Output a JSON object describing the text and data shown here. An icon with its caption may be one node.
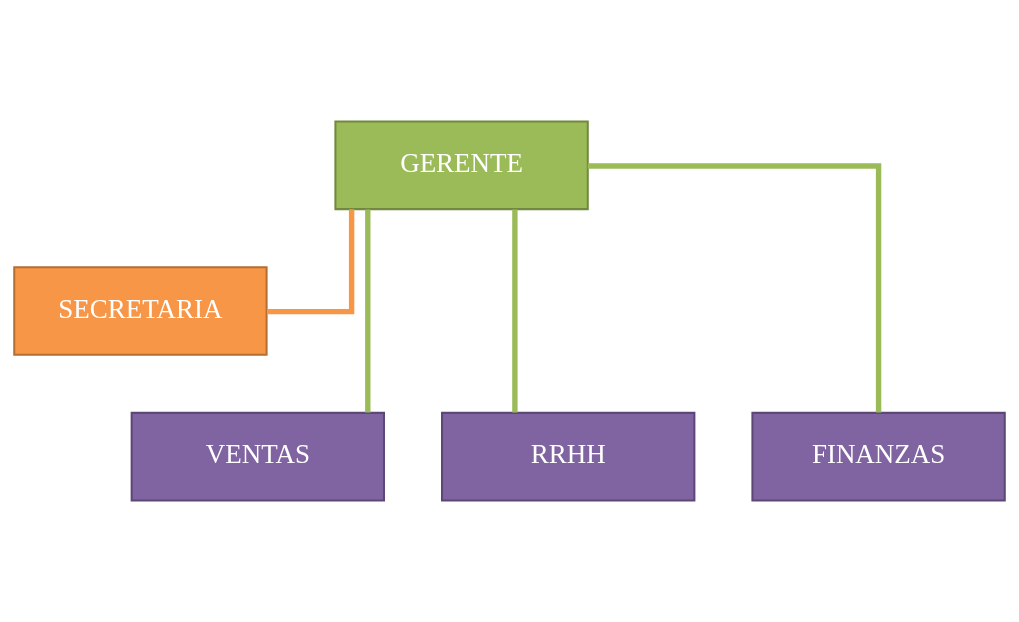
{
  "diagram": {
    "nodes": [
      {
        "text": [
          "GERENTE"
        ]
      },
      {
        "text": [
          "SECRETARIA"
        ]
      },
      {
        "text": [
          "VENTAS"
        ]
      },
      {
        "text": [
          "RRHH"
        ]
      },
      {
        "text": [
          "FINANZAS"
        ]
      }
    ],
    "edges": [
      {
        "from": 0,
        "to": 1,
        "arrow": "none",
        "color": "#f79646"
      },
      {
        "from": 0,
        "to": 2,
        "arrow": "none"
      },
      {
        "from": 0,
        "to": 3,
        "arrow": "none"
      },
      {
        "from": 0,
        "to": 4,
        "arrow": "none"
      }
    ]
  }
}
